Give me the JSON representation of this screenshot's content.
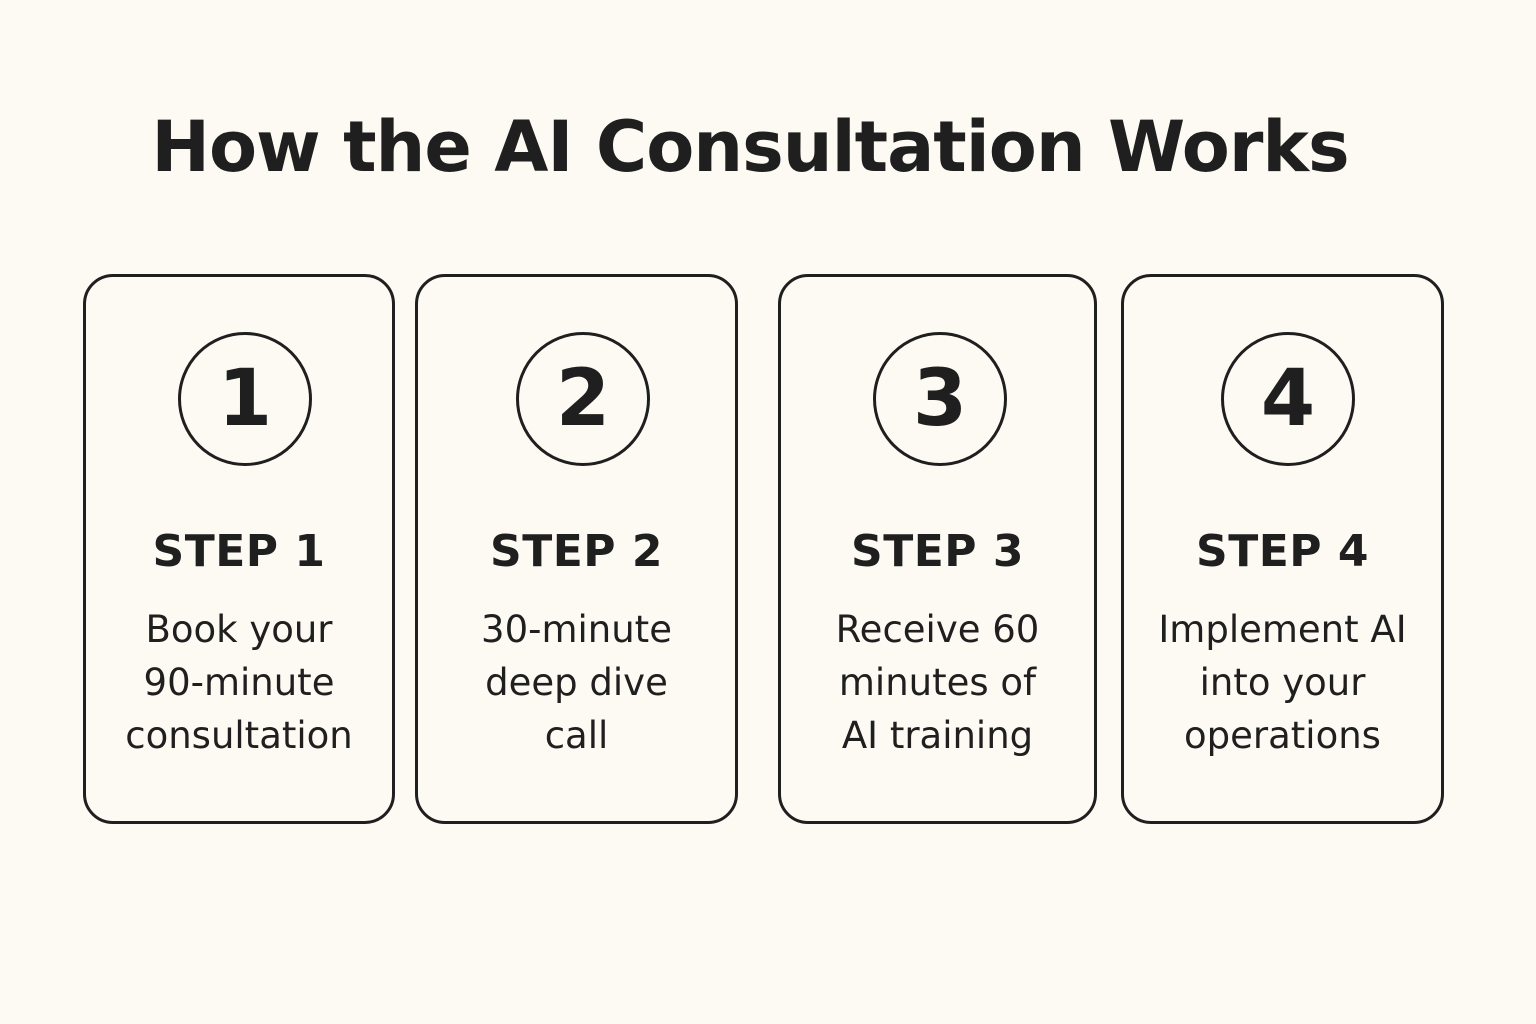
{
  "title": "How the AI Consultation Works",
  "steps": [
    {
      "number": "1",
      "label": "STEP 1",
      "lines": [
        "Book your",
        "90-minute",
        "consultation"
      ]
    },
    {
      "number": "2",
      "label": "STEP 2",
      "lines": [
        "30-minute",
        "deep dive",
        "call"
      ]
    },
    {
      "number": "3",
      "label": "STEP 3",
      "lines": [
        "Receive 60",
        "minutes of",
        "AI training"
      ]
    },
    {
      "number": "4",
      "label": "STEP 4",
      "lines": [
        "Implement AI",
        "into your",
        "operations"
      ]
    }
  ]
}
